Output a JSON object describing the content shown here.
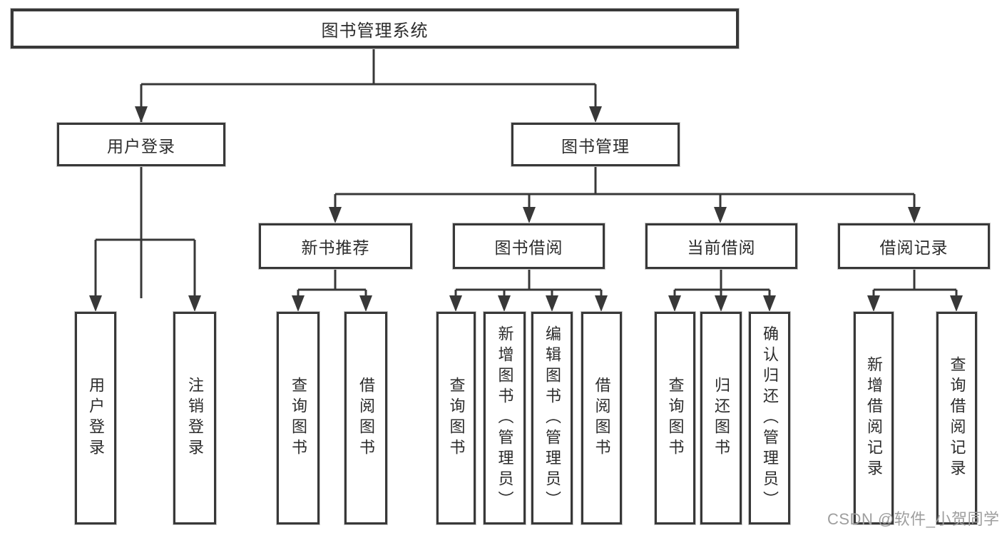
{
  "colors": {
    "line": "#383838",
    "box_border": "#383838",
    "box_background": "#ffffff",
    "text": "#2c2c2c",
    "watermark": "#9e9e9e"
  },
  "watermark": {
    "text": "CSDN @软件_小贺同学"
  },
  "tree": {
    "root": {
      "label": "图书管理系统"
    },
    "level2": [
      {
        "label": "用户登录"
      },
      {
        "label": "图书管理"
      }
    ],
    "level3": [
      {
        "label": "新书推荐"
      },
      {
        "label": "图书借阅"
      },
      {
        "label": "当前借阅"
      },
      {
        "label": "借阅记录"
      }
    ],
    "leaves": [
      {
        "label": "用户登录",
        "parent": "用户登录"
      },
      {
        "label": "注销登录",
        "parent": "用户登录"
      },
      {
        "label": "查询图书",
        "parent": "新书推荐"
      },
      {
        "label": "借阅图书",
        "parent": "新书推荐"
      },
      {
        "label": "查询图书",
        "parent": "图书借阅"
      },
      {
        "label": "新增图书（管理员）",
        "parent": "图书借阅"
      },
      {
        "label": "编辑图书（管理员）",
        "parent": "图书借阅"
      },
      {
        "label": "借阅图书",
        "parent": "图书借阅"
      },
      {
        "label": "查询图书",
        "parent": "当前借阅"
      },
      {
        "label": "归还图书",
        "parent": "当前借阅"
      },
      {
        "label": "确认归还（管理员）",
        "parent": "当前借阅"
      },
      {
        "label": "新增借阅记录",
        "parent": "借阅记录"
      },
      {
        "label": "查询借阅记录",
        "parent": "借阅记录"
      }
    ]
  }
}
